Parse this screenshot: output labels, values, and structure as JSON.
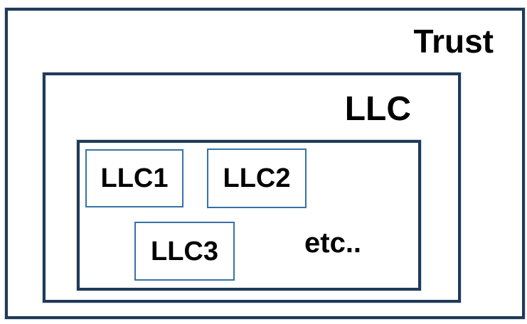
{
  "diagram": {
    "outer_box": {
      "label": "Trust"
    },
    "middle_box": {
      "label": "LLC"
    },
    "inner_group": {
      "children": [
        {
          "label": "LLC1"
        },
        {
          "label": "LLC2"
        },
        {
          "label": "LLC3"
        }
      ],
      "etc_label": "etc.."
    },
    "colors": {
      "background": "#ffffff",
      "dark_border": "#1f3a5a",
      "blue_border": "#3672a6",
      "text": "#000000"
    }
  }
}
